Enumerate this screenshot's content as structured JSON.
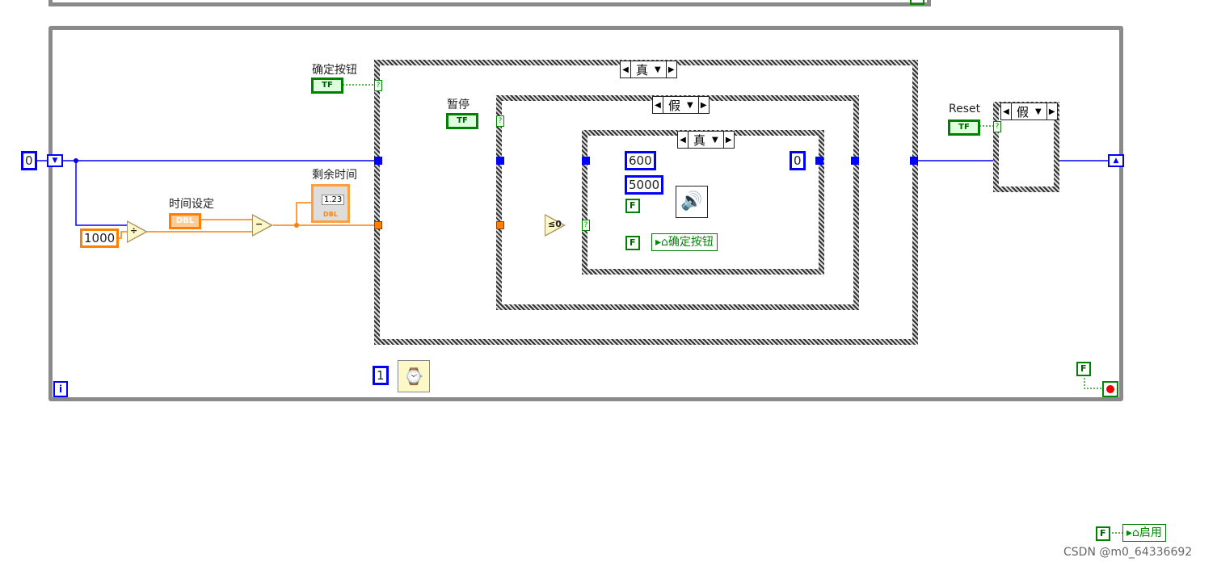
{
  "loop": {
    "shift_init": "0",
    "iteration": "i",
    "wait_ms": "1"
  },
  "controls": {
    "confirm_button": "确定按钮",
    "pause": "暂停",
    "time_setting": "时间设定",
    "remaining_time": "剩余时间",
    "reset": "Reset",
    "tf": "TF",
    "dbl": "DBL",
    "indicator_value": "1.23"
  },
  "constants": {
    "divisor": "1000",
    "beep_freq": "600",
    "beep_duration": "5000",
    "false1": "F",
    "false2": "F",
    "false_stop": "F",
    "false_enable": "F",
    "reset_value": "0"
  },
  "ops": {
    "divide": "÷",
    "subtract": "−",
    "le_zero": "≤0"
  },
  "cases": {
    "outer": "真",
    "middle": "假",
    "inner": "真",
    "reset": "假"
  },
  "property_nodes": {
    "confirm": "确定按钮",
    "enable": "启用"
  },
  "watermark": "CSDN @m0_64336692"
}
